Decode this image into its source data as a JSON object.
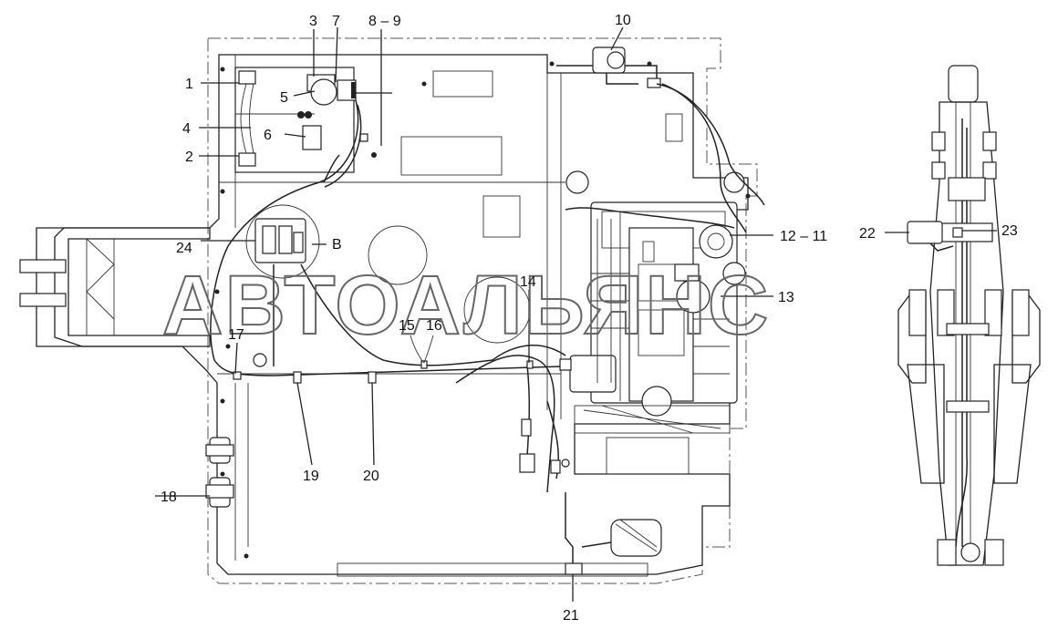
{
  "watermark": "АВТОАЛЬЯНС",
  "section_label": "B",
  "callouts": {
    "c1": "1",
    "c2": "2",
    "c3": "3",
    "c4": "4",
    "c5": "5",
    "c6": "6",
    "c7": "7",
    "c8_9": "8 – 9",
    "c10": "10",
    "c12_11": "12 – 11",
    "c13": "13",
    "c14": "14",
    "c15": "15",
    "c16": "16",
    "c17": "17",
    "c18": "18",
    "c19": "19",
    "c20": "20",
    "c21": "21",
    "c22": "22",
    "c23": "23",
    "c24": "24"
  }
}
